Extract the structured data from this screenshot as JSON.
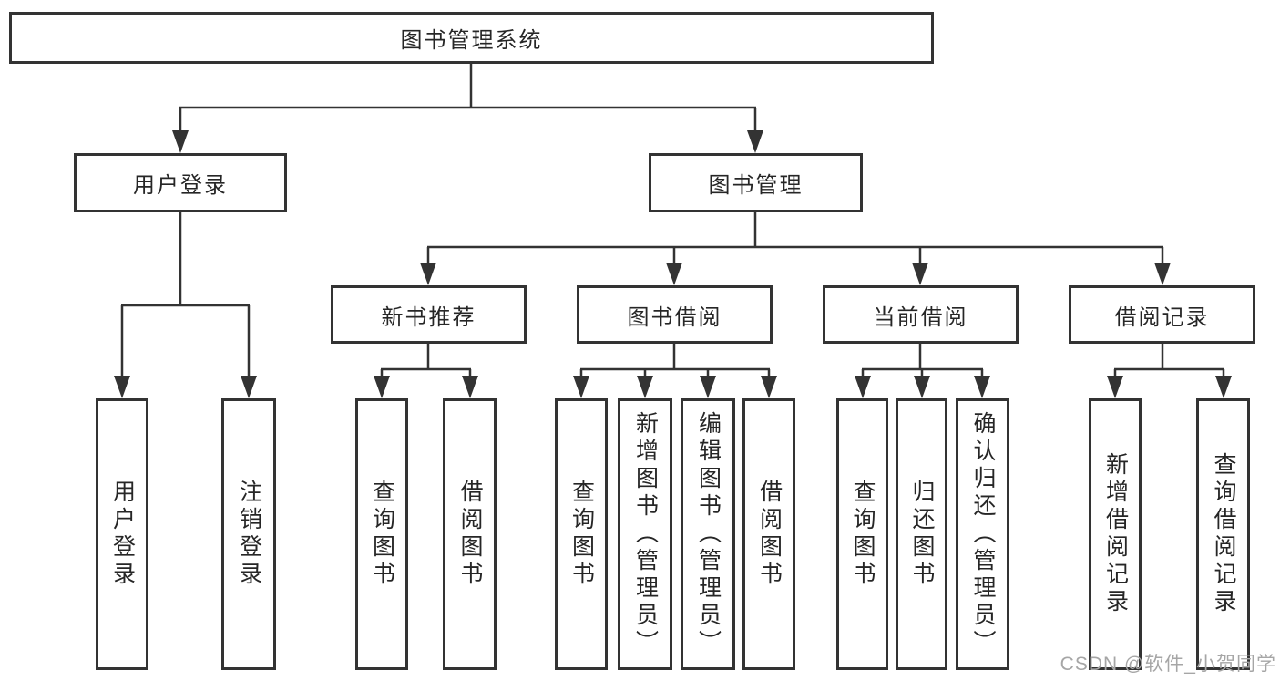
{
  "diagram": {
    "title": "图书管理系统",
    "watermark": "CSDN @软件_小贺同学",
    "colors": {
      "line": "#333333",
      "box_border": "#333333",
      "box_background": "#ffffff",
      "text": "#262626",
      "watermark": "#a6a6a6",
      "background": "#ffffff"
    },
    "nodes": {
      "root": {
        "label": "图书管理系统"
      },
      "level2": [
        {
          "id": "user-login",
          "label": "用户登录"
        },
        {
          "id": "book-management",
          "label": "图书管理"
        }
      ],
      "level3": [
        {
          "id": "new-book-recommend",
          "label": "新书推荐",
          "parent": "book-management"
        },
        {
          "id": "book-borrow",
          "label": "图书借阅",
          "parent": "book-management"
        },
        {
          "id": "current-borrow",
          "label": "当前借阅",
          "parent": "book-management"
        },
        {
          "id": "borrow-records",
          "label": "借阅记录",
          "parent": "book-management"
        }
      ],
      "leaves": [
        {
          "id": "leaf-user-login",
          "label": "用户登录",
          "parent": "user-login"
        },
        {
          "id": "leaf-logout",
          "label": "注销登录",
          "parent": "user-login"
        },
        {
          "id": "leaf-query-books-recommend",
          "label": "查询图书",
          "parent": "new-book-recommend"
        },
        {
          "id": "leaf-borrow-books-recommend",
          "label": "借阅图书",
          "parent": "new-book-recommend"
        },
        {
          "id": "leaf-query-books-borrow",
          "label": "查询图书",
          "parent": "book-borrow"
        },
        {
          "id": "leaf-add-books-admin",
          "label": "新增图书（管理员）",
          "parent": "book-borrow"
        },
        {
          "id": "leaf-edit-books-admin",
          "label": "编辑图书（管理员）",
          "parent": "book-borrow"
        },
        {
          "id": "leaf-borrow-books",
          "label": "借阅图书",
          "parent": "book-borrow"
        },
        {
          "id": "leaf-query-books-current",
          "label": "查询图书",
          "parent": "current-borrow"
        },
        {
          "id": "leaf-return-books",
          "label": "归还图书",
          "parent": "current-borrow"
        },
        {
          "id": "leaf-confirm-return-admin",
          "label": "确认归还（管理员）",
          "parent": "current-borrow"
        },
        {
          "id": "leaf-add-borrow-record",
          "label": "新增借阅记录",
          "parent": "borrow-records"
        },
        {
          "id": "leaf-query-borrow-record",
          "label": "查询借阅记录",
          "parent": "borrow-records"
        }
      ]
    }
  }
}
